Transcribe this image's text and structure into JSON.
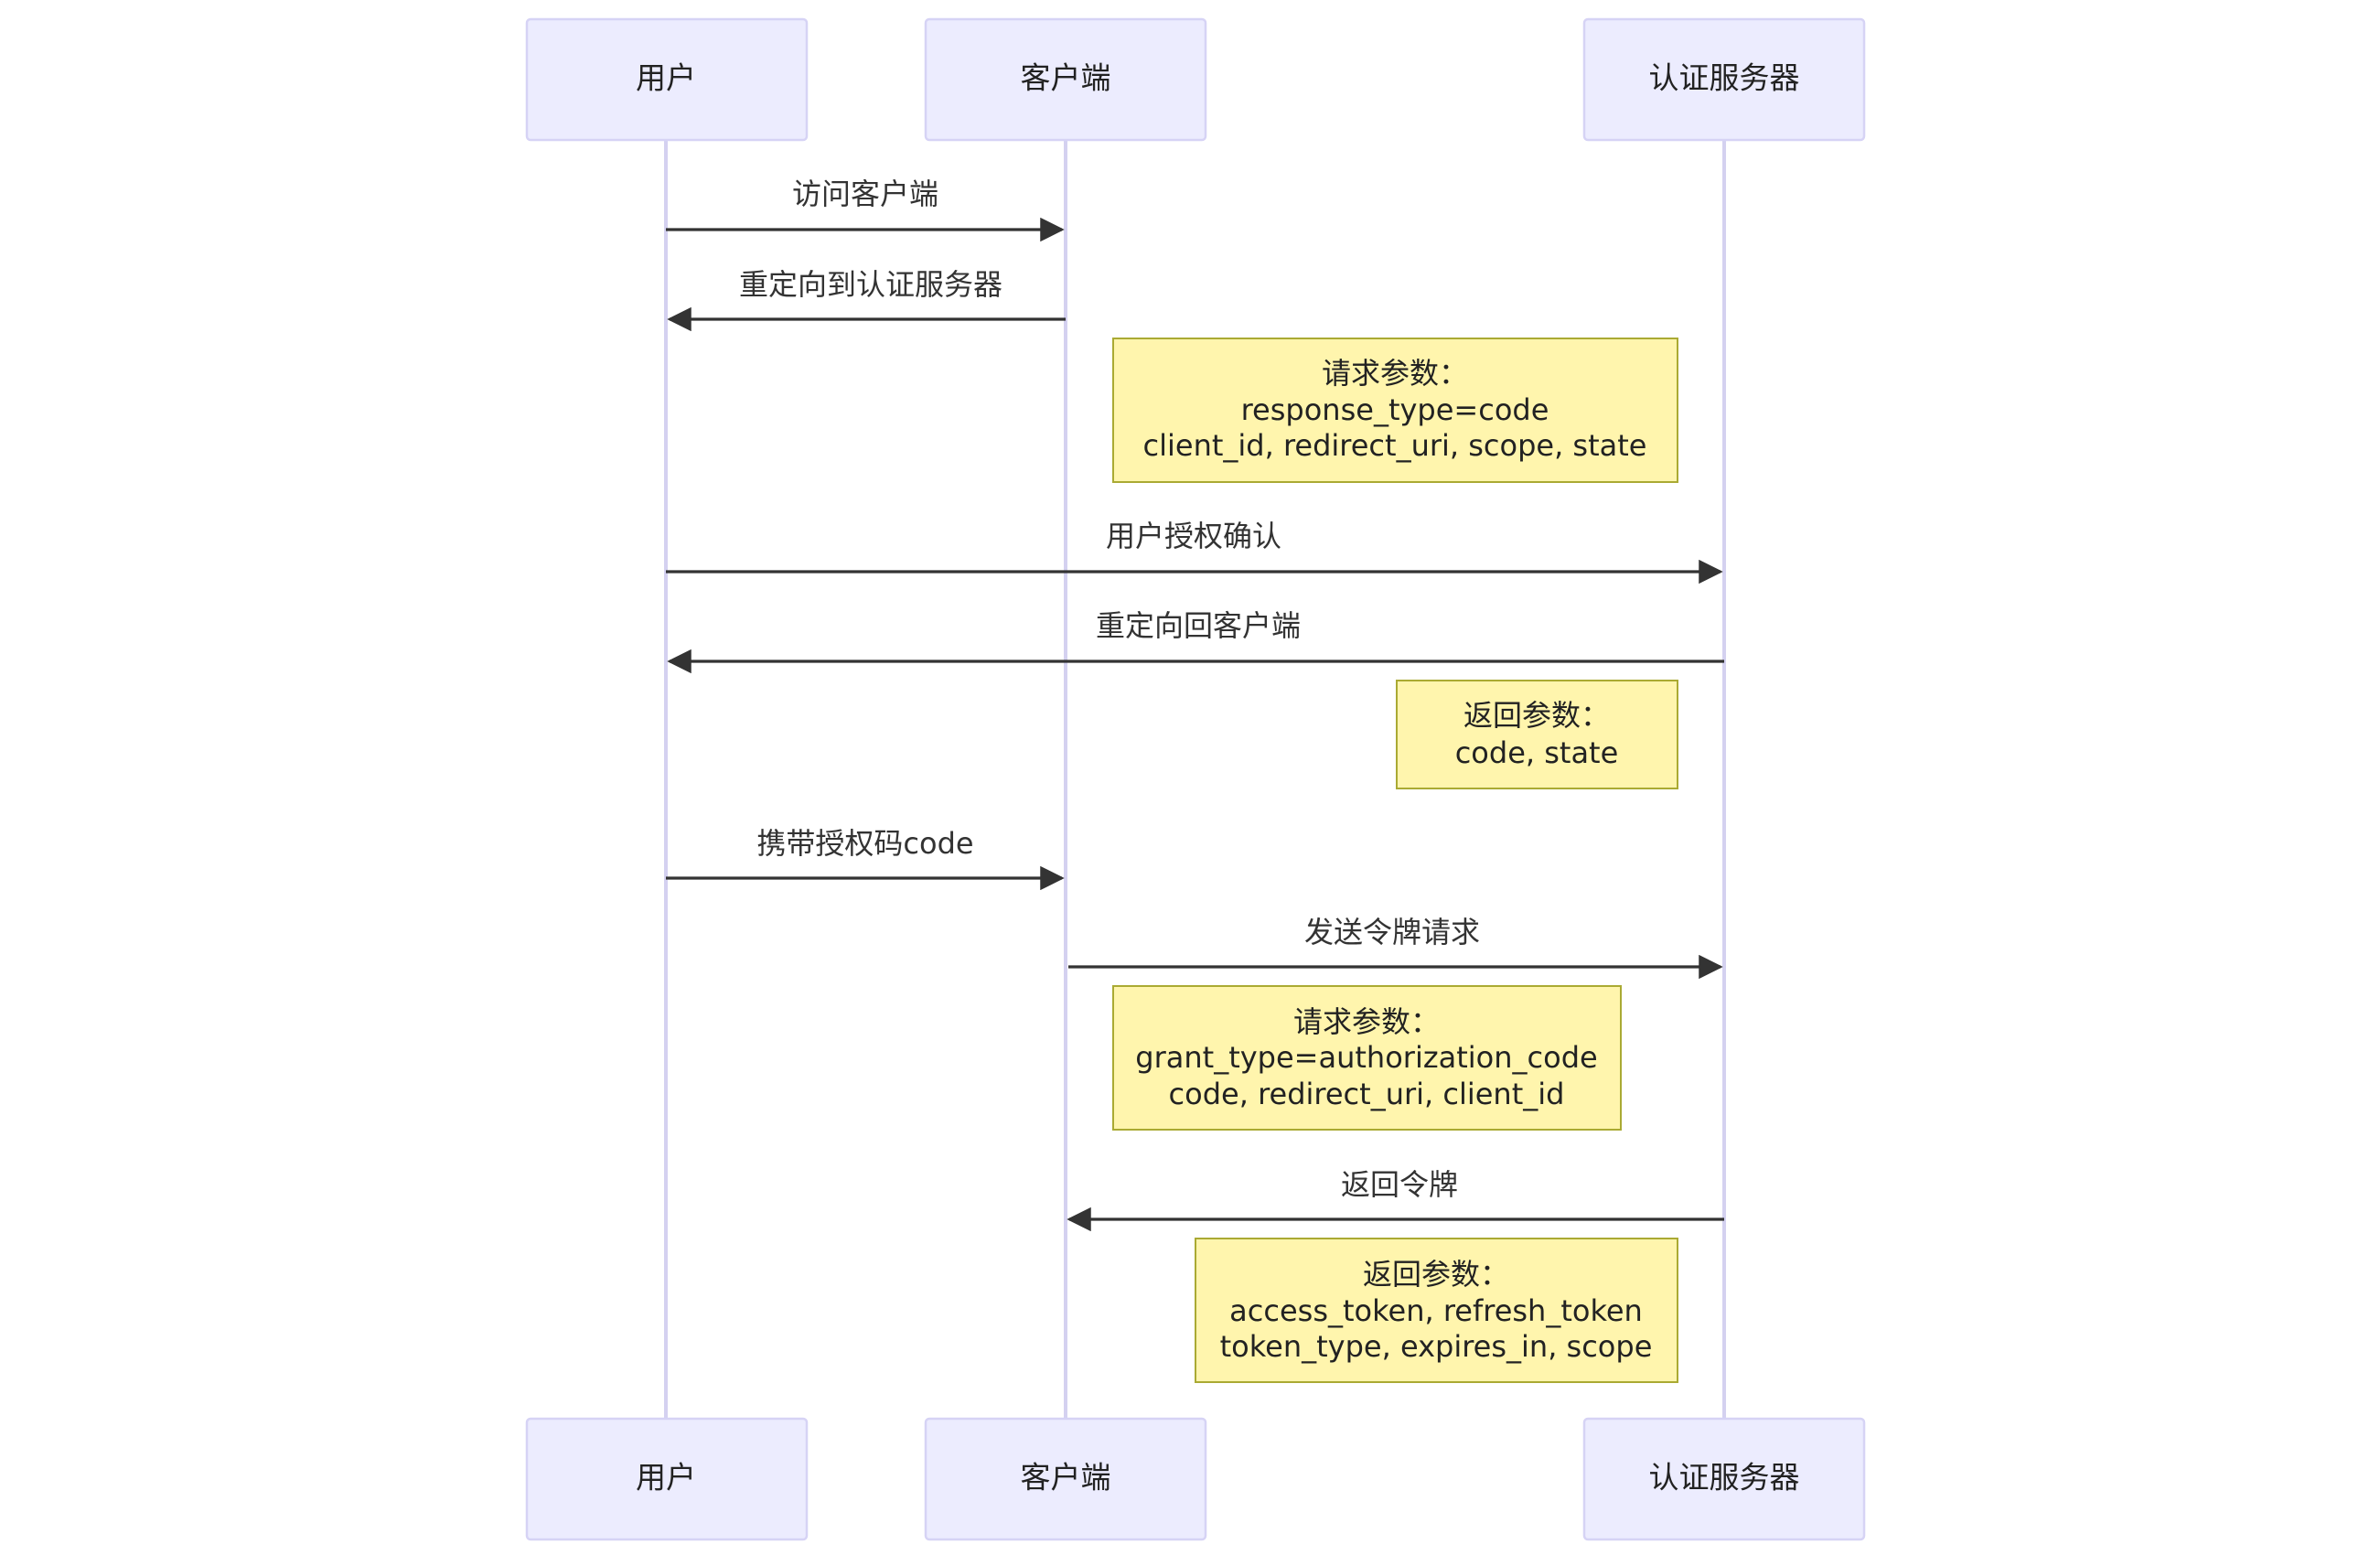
{
  "participants": {
    "user": "用户",
    "client": "客户端",
    "auth": "认证服务器"
  },
  "messages": [
    {
      "label": "访问客户端",
      "from": "user",
      "to": "client"
    },
    {
      "label": "重定向到认证服务器",
      "from": "client",
      "to": "user"
    },
    {
      "label": "用户授权确认",
      "from": "user",
      "to": "auth"
    },
    {
      "label": "重定向回客户端",
      "from": "auth",
      "to": "user"
    },
    {
      "label": "携带授权码code",
      "from": "user",
      "to": "client"
    },
    {
      "label": "发送令牌请求",
      "from": "client",
      "to": "auth"
    },
    {
      "label": "返回令牌",
      "from": "auth",
      "to": "client"
    }
  ],
  "notes": [
    {
      "lines": [
        "请求参数：",
        "response_type=code",
        "client_id, redirect_uri, scope, state"
      ]
    },
    {
      "lines": [
        "返回参数：",
        "code, state"
      ]
    },
    {
      "lines": [
        "请求参数：",
        "grant_type=authorization_code",
        "code, redirect_uri, client_id"
      ]
    },
    {
      "lines": [
        "返回参数：",
        "access_token, refresh_token",
        "token_type, expires_in, scope"
      ]
    }
  ],
  "colors": {
    "actor_fill": "#ececfe",
    "actor_border": "#d6d3f5",
    "lifeline": "#d4d1f0",
    "note_fill": "#fff5ad",
    "note_border": "#aaaa33",
    "arrow": "#333333"
  }
}
